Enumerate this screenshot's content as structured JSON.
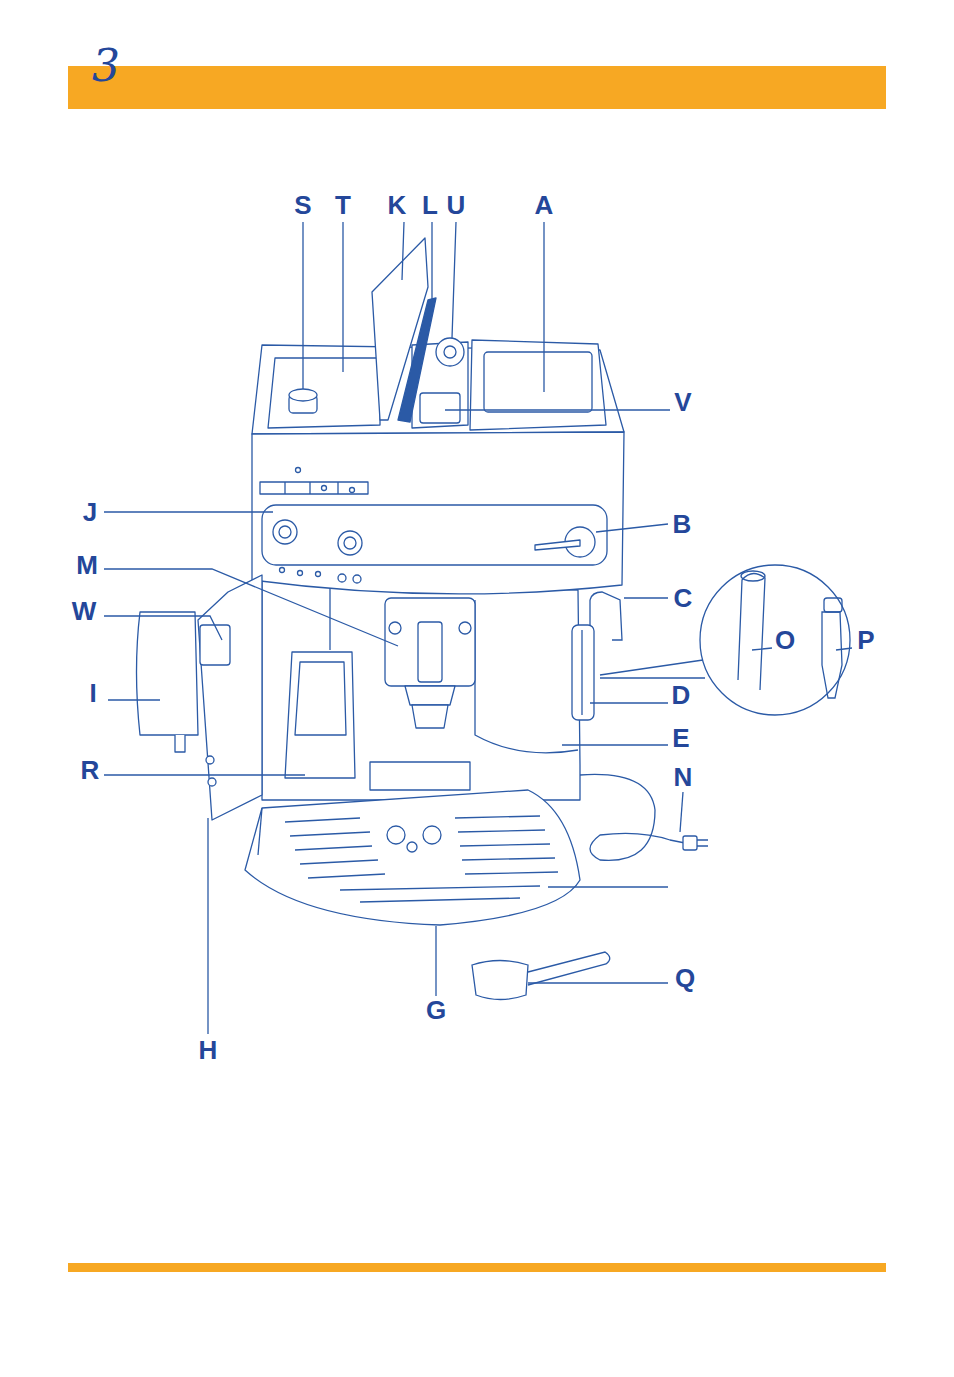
{
  "diagram": {
    "title": "3",
    "labels": [
      "S",
      "T",
      "K",
      "L",
      "U",
      "A",
      "V",
      "J",
      "B",
      "M",
      "C",
      "W",
      "O",
      "P",
      "I",
      "D",
      "E",
      "R",
      "N",
      "Q",
      "G",
      "H"
    ]
  }
}
